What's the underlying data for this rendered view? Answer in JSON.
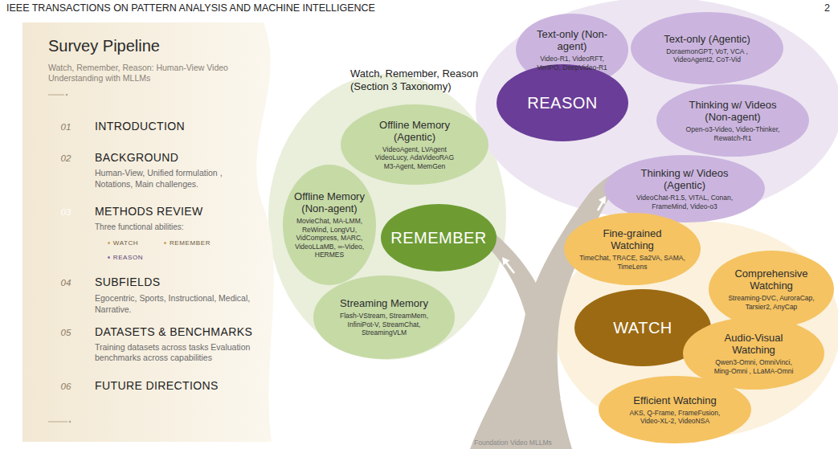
{
  "diagram": {
    "nodes": [
      {
        "text": [
          "Survey Pipeline",
          "Watch, Remember, Reason: Human-View Video Understanding with MLLMs"
        ]
      },
      {
        "text": [
          "01"
        ],
        "in": 0
      },
      {
        "text": [
          "02"
        ],
        "in": 0
      },
      {
        "text": [
          "03"
        ],
        "in": 0
      },
      {
        "text": [
          "WATCH"
        ],
        "in": 0
      },
      {
        "text": [
          "REMEMBER"
        ],
        "in": 0
      },
      {
        "text": [
          "REASON"
        ],
        "in": 0
      },
      {
        "text": [
          "04"
        ],
        "in": 0
      },
      {
        "text": [
          "05"
        ],
        "in": 0
      },
      {
        "text": [
          "06"
        ],
        "in": 0
      },
      {
        "text": [
          "Offline Memory (Agentic)",
          "VideoAgent, LVAgent VideoLucy, AdaVideoRAG M3-Agent, MemGen"
        ]
      },
      {
        "text": [
          "Text-only (Non-agent)",
          "Video-R1, VideoRFT, VerIPO, DeepVideo-R1"
        ]
      },
      {
        "text": [
          "Text-only (Agentic)",
          "DoraemonGPT, VoT, VCA , VideoAgent2, CoT-Vid"
        ]
      },
      {
        "text": [
          "REASON"
        ]
      },
      {
        "text": [
          "Offline Memory (Non-agent)",
          "MovieChat, MA-LMM, ReWind, LongVU, VidCompress, MARC, VideoLLaMB, ∞-Video, HERMES"
        ]
      },
      {
        "text": [
          "Thinking w/ Videos (Non-agent)",
          "Open-o3-Video, Video-Thinker, Rewatch-R1"
        ]
      },
      {
        "text": [
          "REMEMBER"
        ]
      },
      {
        "text": [
          "Thinking w/ Videos (Agentic)",
          "VideoChat-R1.5, VITAL, Conan, FrameMind, Video-o3"
        ]
      },
      {
        "text": [
          "Fine-grained Watching",
          "TimeChat, TRACE, Sa2VA, SAMA, TimeLens"
        ]
      },
      {
        "text": [
          "Streaming Memory",
          "Flash-VStream, StreamMem, InfiniPot-V, StreamChat, StreamingVLM"
        ]
      },
      {
        "text": [
          "Comprehensive Watching",
          "Streaming-DVC, AuroraCap, Tarsier2, AnyCap"
        ]
      },
      {
        "text": [
          "WATCH"
        ]
      },
      {
        "text": [
          "Audio-Visual Watching",
          "Qwen3-Omni, OmniVinci, Ming-Omni , LLaMA-Omni"
        ]
      },
      {
        "text": [
          "Efficient Watching",
          "AKS, Q-Frame, FrameFusion, Video-XL-2, VideoNSA"
        ]
      }
    ],
    "labels": [
      "IEEE TRANSACTIONS ON PATTERN ANALYSIS AND MACHINE INTELLIGENCE",
      "2",
      "INTRODUCTION",
      "BACKGROUND",
      "Human-View, Unified formulation , Notations, Main challenges.",
      "METHODS REVIEW",
      "Three functional abilities:",
      "SUBFIELDS",
      "Egocentric, Sports, Instructional, Medical, Narrative.",
      "DATASETS & BENCHMARKS",
      "Training datasets across tasks Evaluation benchmarks across capabilities",
      "FUTURE DIRECTIONS",
      "Watch, Remember, Reason (Section 3 Taxonomy)",
      "Foundation Video MLLMs"
    ]
  }
}
